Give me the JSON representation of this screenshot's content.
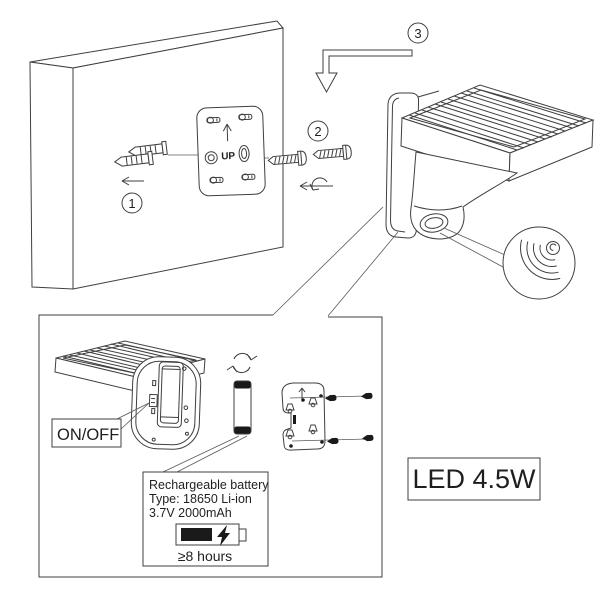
{
  "diagram": {
    "kind": "solar-wall-lamp-installation-manual",
    "background": "#ffffff",
    "line_color": "#3f3f3f",
    "text_color": "#1f1f1f"
  },
  "steps": {
    "one": "1",
    "two": "2",
    "three": "3"
  },
  "plate": {
    "up_label": "UP"
  },
  "switch_label": "ON/OFF",
  "battery_info": {
    "title": "Rechargeable battery",
    "type": "Type: 18650 Li-ion",
    "spec": "3.7V 2000mAh",
    "runtime": "≥8 hours"
  },
  "led_label": "LED 4.5W",
  "icons": [
    "left-arrow-icon",
    "up-arrow-icon",
    "screw-turn-icon",
    "bent-down-arrow-icon",
    "motion-sensor-waves-icon",
    "battery-rotate-icon",
    "battery-charging-icon"
  ]
}
